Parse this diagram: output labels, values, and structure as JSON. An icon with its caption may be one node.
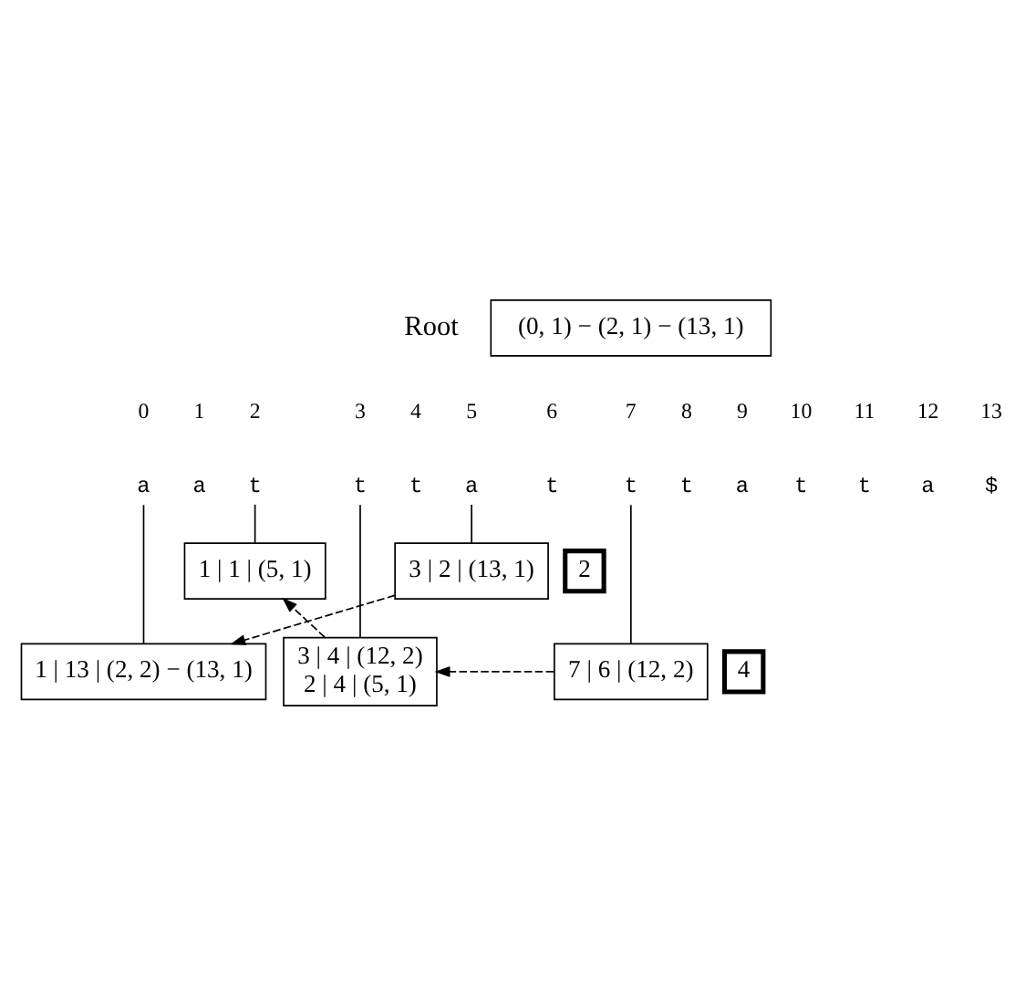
{
  "diagram": {
    "nodes": [
      {
        "text": [
          "(0, 1) − (2, 1) − (13, 1)"
        ],
        "beside": [
          "Root"
        ]
      },
      {
        "text": [
          "a"
        ]
      },
      {
        "text": [
          "t"
        ]
      },
      {
        "text": [
          "t"
        ]
      },
      {
        "text": [
          "a"
        ]
      },
      {
        "text": [
          "t"
        ]
      },
      {
        "text": [
          "3 | 2 | (13, 1)"
        ]
      },
      {
        "text": [
          "2"
        ]
      },
      {
        "text": [
          "3 | 4 | (12, 2)",
          "2 | 4 | (5, 1)"
        ]
      },
      {
        "text": [
          "1 | 1 | (5, 1)"
        ]
      },
      {
        "text": [
          "7 | 6 | (12, 2)"
        ]
      },
      {
        "text": [
          "4"
        ]
      },
      {
        "text": [
          "1 | 13 | (2, 2) − (13, 1)"
        ]
      }
    ],
    "edges": [
      {
        "from": 1,
        "to": 12,
        "arrow": "none"
      },
      {
        "from": 2,
        "to": 9,
        "arrow": "none"
      },
      {
        "from": 3,
        "to": 8,
        "arrow": "none"
      },
      {
        "from": 4,
        "to": 6,
        "arrow": "none"
      },
      {
        "from": 5,
        "to": 10,
        "arrow": "none"
      },
      {
        "from": 6,
        "to": 12,
        "arrow": "to",
        "style": "dashed"
      },
      {
        "from": 8,
        "to": 9,
        "arrow": "to",
        "style": "dashed"
      },
      {
        "from": 10,
        "to": 8,
        "arrow": "to",
        "style": "dashed"
      }
    ],
    "labels": [
      "0",
      "1",
      "2",
      "3",
      "4",
      "5",
      "6",
      "7",
      "8",
      "9",
      "10",
      "11",
      "12",
      "13",
      "a",
      "t",
      "t",
      "t",
      "a",
      "t",
      "t",
      "a",
      "$"
    ]
  }
}
